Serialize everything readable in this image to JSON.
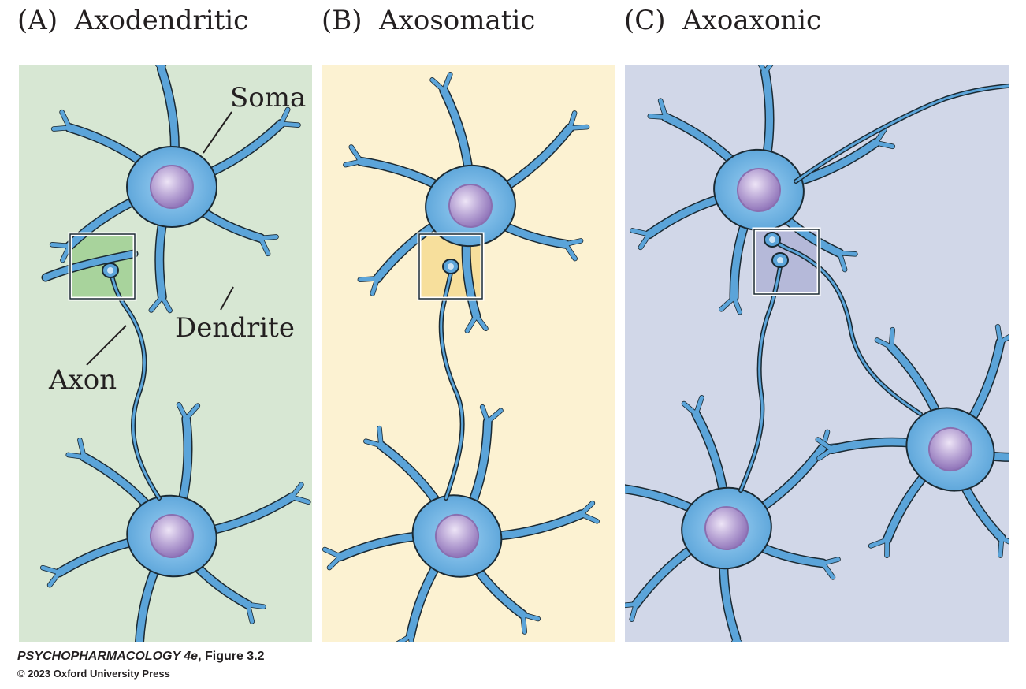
{
  "panels": [
    {
      "letter": "(A)",
      "title": "Axodendritic",
      "bg": "#d7e7d3",
      "highlight": "#a8d39c"
    },
    {
      "letter": "(B)",
      "title": "Axosomatic",
      "bg": "#fcf2d2",
      "highlight": "#f7df9c"
    },
    {
      "letter": "(C)",
      "title": "Axoaxonic",
      "bg": "#d1d7e8",
      "highlight": "#b5b9d9"
    }
  ],
  "labels": {
    "soma": "Soma",
    "dendrite": "Dendrite",
    "axon": "Axon"
  },
  "credit": {
    "book": "PSYCHOPHARMACOLOGY 4e",
    "figure": ", Figure 3.2",
    "copyright": "© 2023 Oxford University Press"
  },
  "colors": {
    "neuron_fill": "#5ba4d9",
    "neuron_outline": "#1b2a33",
    "nucleus": "#a995cc",
    "box_border": "#ffffff"
  }
}
